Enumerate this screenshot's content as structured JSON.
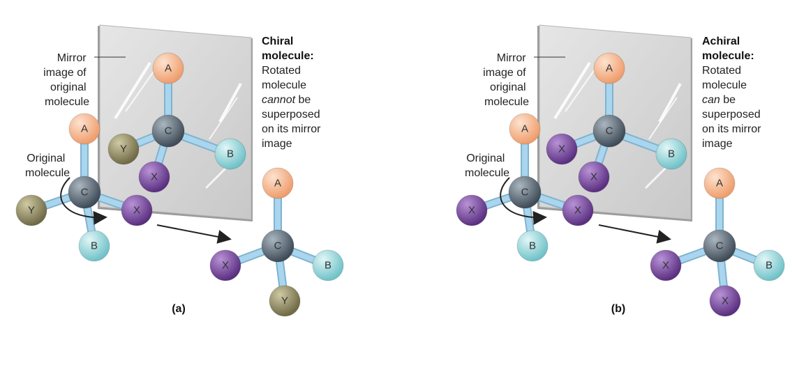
{
  "colors": {
    "A": "#f6b287",
    "B": "#8fd4d8",
    "C": "#5f6f7c",
    "X": "#7b4aa0",
    "Y": "#8f8a62",
    "bond": "#a9d6ee",
    "mirror": "#d6d6d6"
  },
  "panel_a": {
    "tag": "(a)",
    "mirror_label": [
      "Mirror",
      "image of",
      "original",
      "molecule"
    ],
    "original_label": [
      "Original",
      "molecule"
    ],
    "caption_title": [
      "Chiral",
      "molecule:"
    ],
    "caption_body": [
      "Rotated",
      "molecule",
      "cannot be",
      "superposed",
      "on its mirror",
      "image"
    ],
    "original_atoms": {
      "top": "A",
      "left": "Y",
      "right": "X",
      "bottom": "B",
      "center": "C"
    },
    "mirror_atoms": {
      "top": "A",
      "left": "Y",
      "right": "B",
      "bottom": "X",
      "center": "C"
    },
    "rotated_atoms": {
      "top": "A",
      "left": "X",
      "right": "B",
      "bottom": "Y",
      "center": "C"
    }
  },
  "panel_b": {
    "tag": "(b)",
    "mirror_label": [
      "Mirror",
      "image of",
      "original",
      "molecule"
    ],
    "original_label": [
      "Original",
      "molecule"
    ],
    "caption_title": [
      "Achiral",
      "molecule:"
    ],
    "caption_body": [
      "Rotated",
      "molecule",
      "can be",
      "superposed",
      "on its mirror",
      "image"
    ],
    "original_atoms": {
      "top": "A",
      "left": "X",
      "right": "X",
      "bottom": "B",
      "center": "C"
    },
    "mirror_atoms": {
      "top": "A",
      "left": "X",
      "right": "B",
      "bottom": "X",
      "center": "C"
    },
    "rotated_atoms": {
      "top": "A",
      "left": "X",
      "right": "B",
      "bottom": "X",
      "center": "C"
    }
  }
}
